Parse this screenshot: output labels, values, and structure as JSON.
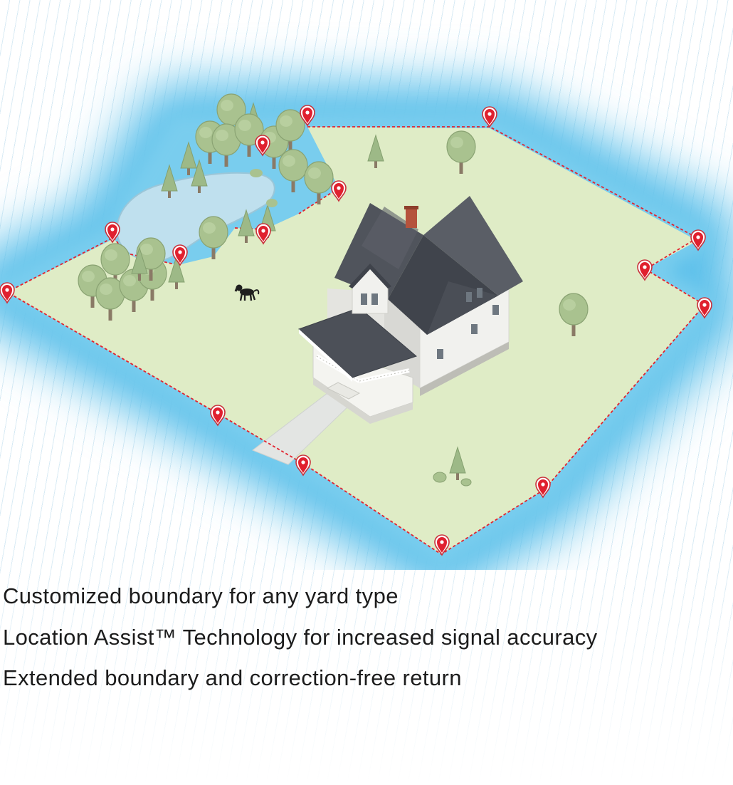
{
  "illustration": {
    "elements": [
      "house",
      "yard",
      "pond",
      "trees",
      "dog",
      "driveway",
      "boundary-line",
      "map-pins"
    ]
  },
  "colors": {
    "signal_glow": "#5bc0ea",
    "yard": "#dfecc6",
    "pond": "#bfe0ee",
    "boundary": "#e2232f",
    "pin": "#e0202e",
    "roof": "#4c5058",
    "siding": "#eeeeea",
    "text": "#1c1c1c"
  },
  "features": [
    "Customized boundary for any yard type",
    "Location Assist™ Technology for increased signal accuracy",
    "Extended boundary and correction-free return"
  ]
}
